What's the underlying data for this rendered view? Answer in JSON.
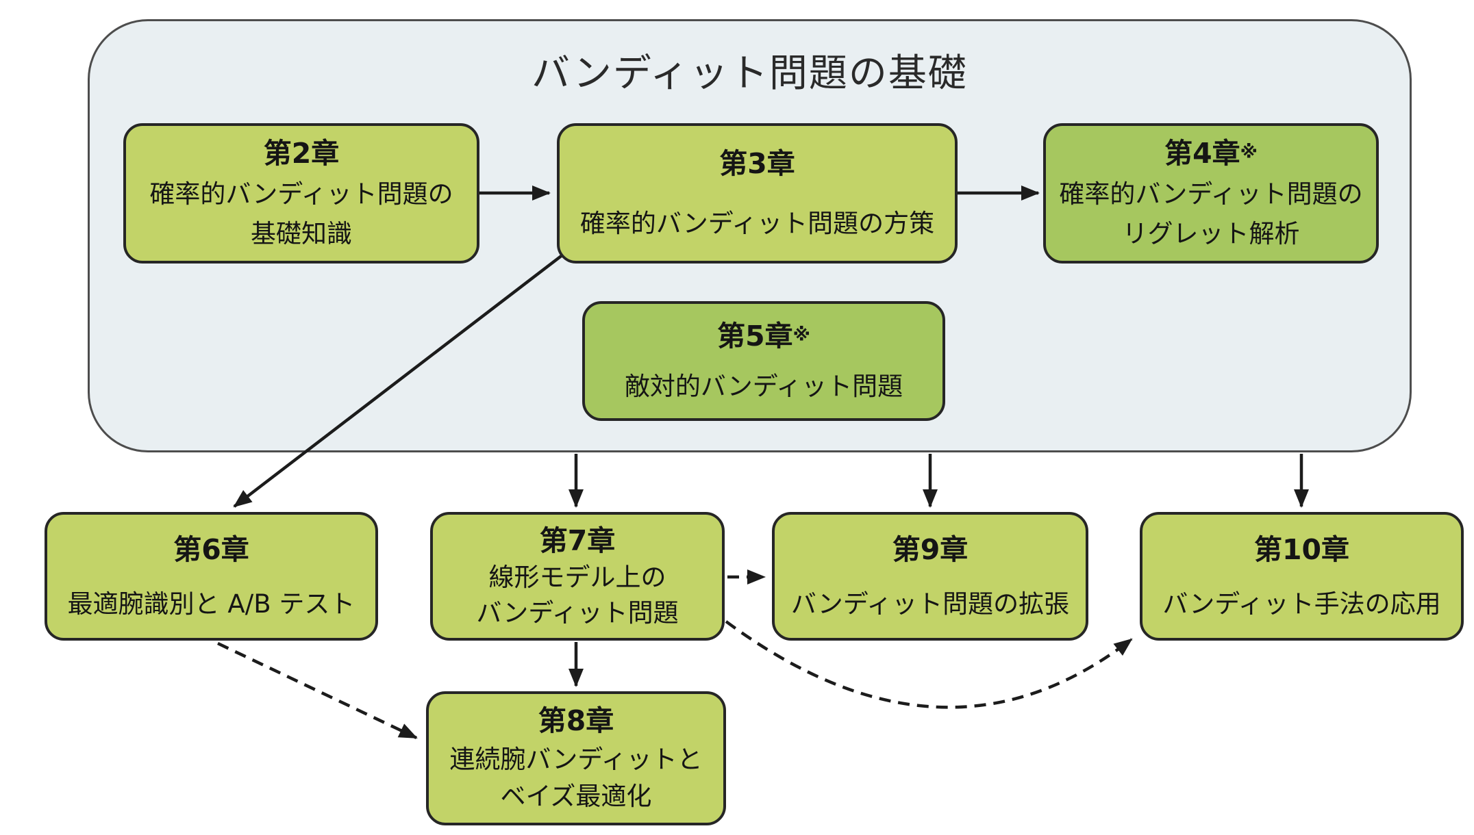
{
  "diagram": {
    "container_title": "バンディット問題の基礎",
    "boxes": [
      {
        "id": "ch2",
        "chapter": "第2章",
        "note": "",
        "lines": [
          "確率的バンディット問題の",
          "基礎知識"
        ],
        "tone": "light"
      },
      {
        "id": "ch3",
        "chapter": "第3章",
        "note": "",
        "lines": [
          "確率的バンディット問題の方策"
        ],
        "tone": "light"
      },
      {
        "id": "ch4",
        "chapter": "第4章",
        "note": "※",
        "lines": [
          "確率的バンディット問題の",
          "リグレット解析"
        ],
        "tone": "dark"
      },
      {
        "id": "ch5",
        "chapter": "第5章",
        "note": "※",
        "lines": [
          "敵対的バンディット問題"
        ],
        "tone": "dark"
      },
      {
        "id": "ch6",
        "chapter": "第6章",
        "note": "",
        "lines": [
          "最適腕識別と A/B テスト"
        ],
        "tone": "light"
      },
      {
        "id": "ch7",
        "chapter": "第7章",
        "note": "",
        "lines": [
          "線形モデル上の",
          "バンディット問題"
        ],
        "tone": "light"
      },
      {
        "id": "ch8",
        "chapter": "第8章",
        "note": "",
        "lines": [
          "連続腕バンディットと",
          "ベイズ最適化"
        ],
        "tone": "light"
      },
      {
        "id": "ch9",
        "chapter": "第9章",
        "note": "",
        "lines": [
          "バンディット問題の拡張"
        ],
        "tone": "light"
      },
      {
        "id": "ch10",
        "chapter": "第10章",
        "note": "",
        "lines": [
          "バンディット手法の応用"
        ],
        "tone": "light"
      }
    ],
    "edges": [
      {
        "from": "第2章",
        "to": "第3章",
        "style": "solid"
      },
      {
        "from": "第3章",
        "to": "第4章",
        "style": "solid"
      },
      {
        "from": "第3章",
        "to": "第6章",
        "style": "solid"
      },
      {
        "from": "バンディット問題の基礎",
        "to": "第7章",
        "style": "solid"
      },
      {
        "from": "バンディット問題の基礎",
        "to": "第9章",
        "style": "solid"
      },
      {
        "from": "バンディット問題の基礎",
        "to": "第10章",
        "style": "solid"
      },
      {
        "from": "第7章",
        "to": "第8章",
        "style": "solid"
      },
      {
        "from": "第6章",
        "to": "第8章",
        "style": "dashed"
      },
      {
        "from": "第7章",
        "to": "第9章",
        "style": "dashed"
      },
      {
        "from": "第7章",
        "to": "第10章",
        "style": "dashed"
      }
    ]
  },
  "colors": {
    "box_light": "#c2d368",
    "box_dark": "#a6c75f",
    "container_fill": "#e9eff2",
    "container_border": "#4d4d4d",
    "box_border": "#262626",
    "arrow": "#1c1c1c",
    "background": "#ffffff"
  }
}
